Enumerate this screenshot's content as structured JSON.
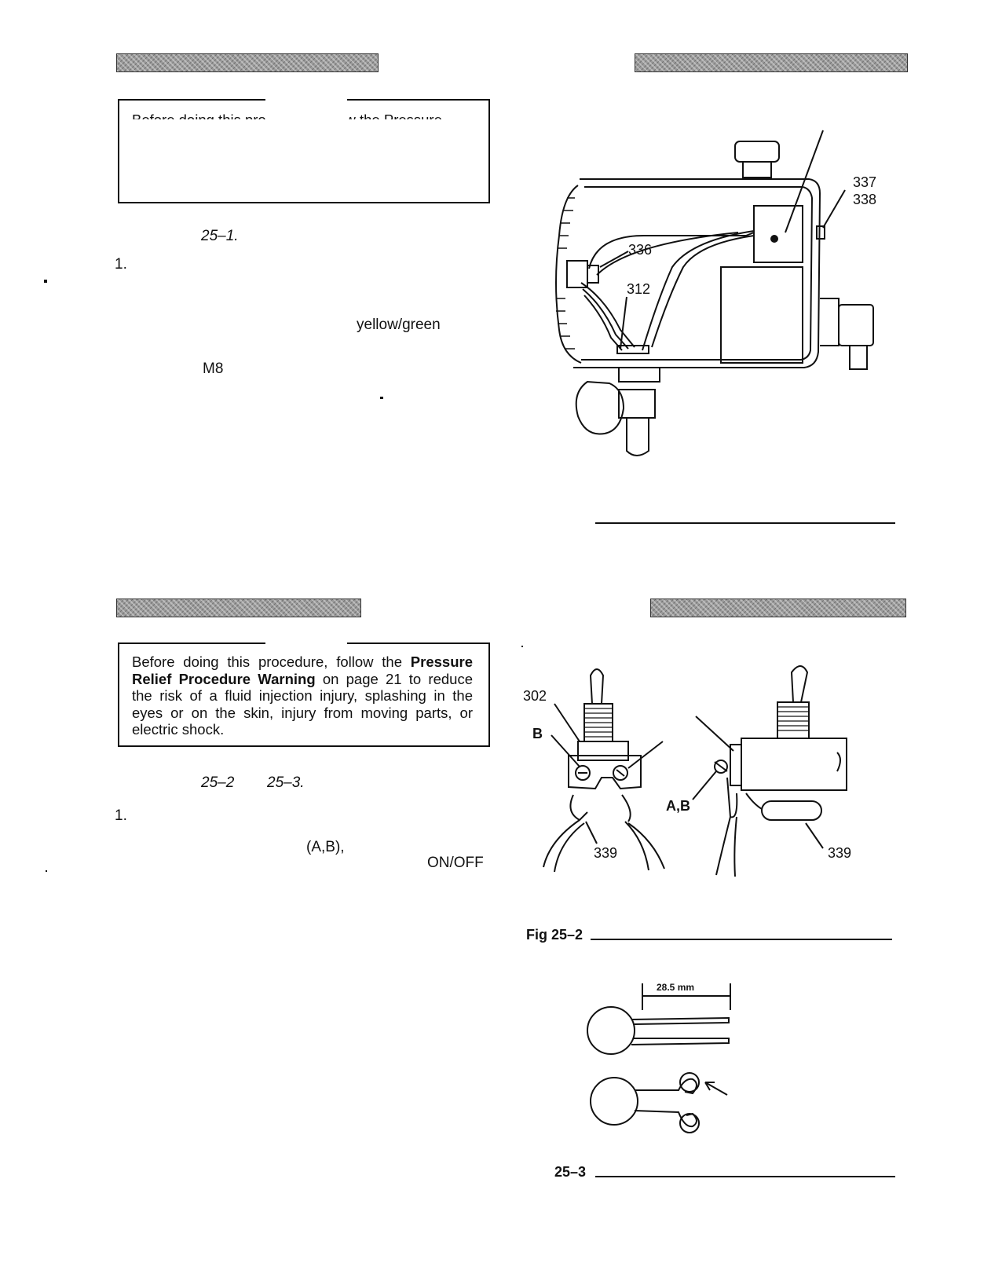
{
  "top_left": {
    "warning_partial": "Before doing this procedure, follow the Pressure",
    "ref": "25–1.",
    "step1": "1.",
    "wire_color": "yellow/green",
    "screw": "M8"
  },
  "fig_25_1": {
    "callouts": [
      "337",
      "338",
      "336",
      "312"
    ]
  },
  "bottom_left": {
    "warning": {
      "t1": "Before doing this procedure, follow the ",
      "b1": "Pressure Relief Procedure Warning",
      "t2": " on page 21 to reduce the risk of a fluid injection injury, splashing in the eyes or on the skin, injury from moving parts, or electric shock."
    },
    "ref_a": "25–2",
    "ref_b": "25–3.",
    "step1": "1.",
    "terminals": "(A,B),",
    "switch": "ON/OFF"
  },
  "fig_25_2": {
    "callouts": [
      "302",
      "B",
      "339",
      "A,B",
      "339"
    ],
    "caption": "Fig 25–2"
  },
  "fig_25_3": {
    "dimension": "28.5 mm",
    "caption": "25–3"
  }
}
